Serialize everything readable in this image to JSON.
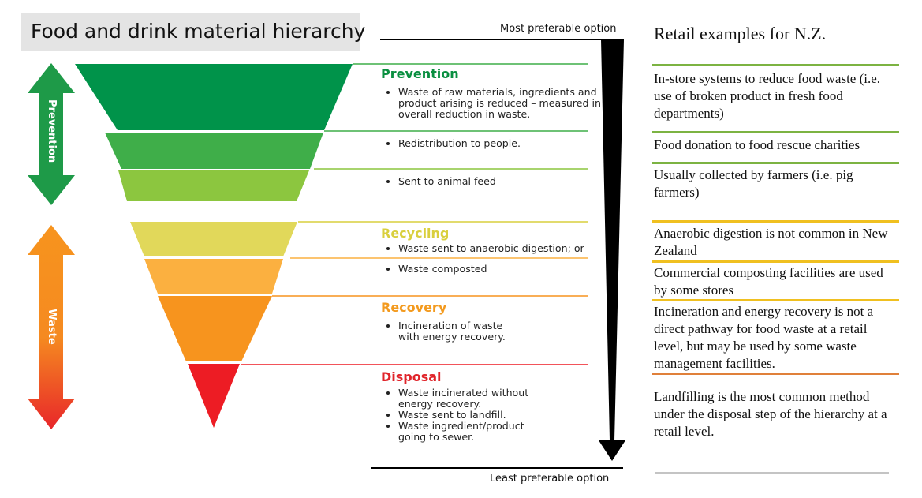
{
  "title": "Food and drink material hierarchy",
  "scale": {
    "top_label": "Most preferable option",
    "bottom_label": "Least preferable option"
  },
  "side_arrows": {
    "prevention_label": "Prevention",
    "waste_label": "Waste"
  },
  "categories": [
    {
      "title": "Prevention",
      "color": "#0a8f40"
    },
    {
      "title": "Recycling",
      "color": "#d9cf3d"
    },
    {
      "title": "Recovery",
      "color": "#f39a1e"
    },
    {
      "title": "Disposal",
      "color": "#e0242a"
    }
  ],
  "bullets": {
    "prevention": [
      "Waste of raw materials, ingredients and product arising is reduced – measured in overall reduction in waste."
    ],
    "redistribution": [
      "Redistribution to people."
    ],
    "animal_feed": [
      "Sent to animal feed"
    ],
    "recycling": [
      "Waste sent to anaerobic digestion; or"
    ],
    "composting": [
      "Waste composted"
    ],
    "recovery": [
      "Incineration of waste with energy recovery."
    ],
    "disposal": [
      "Waste incinerated without energy recovery.",
      "Waste sent to landfill.",
      "Waste ingredient/product going to sewer."
    ]
  },
  "retail": {
    "title": "Retail examples for N.Z.",
    "examples": [
      "In-store systems to reduce food waste (i.e. use of broken product in fresh food departments)",
      "Food donation to food rescue charities",
      "Usually collected by farmers (i.e. pig farmers)",
      "Anaerobic digestion is not common in New Zealand",
      "Commercial composting facilities are used by some stores",
      "Incineration and energy recovery is not a direct pathway for food waste at a retail level, but may be used by some waste management facilities.",
      "Landfilling is the most common method under the disposal step of the hierarchy at a retail level."
    ]
  },
  "colors": {
    "dark_green": "#00934a",
    "mid_green": "#3fae49",
    "light_green": "#8cc63f",
    "yellow": "#e1d85a",
    "light_orange": "#fbb040",
    "orange": "#f7941e",
    "red": "#ed1c24"
  }
}
